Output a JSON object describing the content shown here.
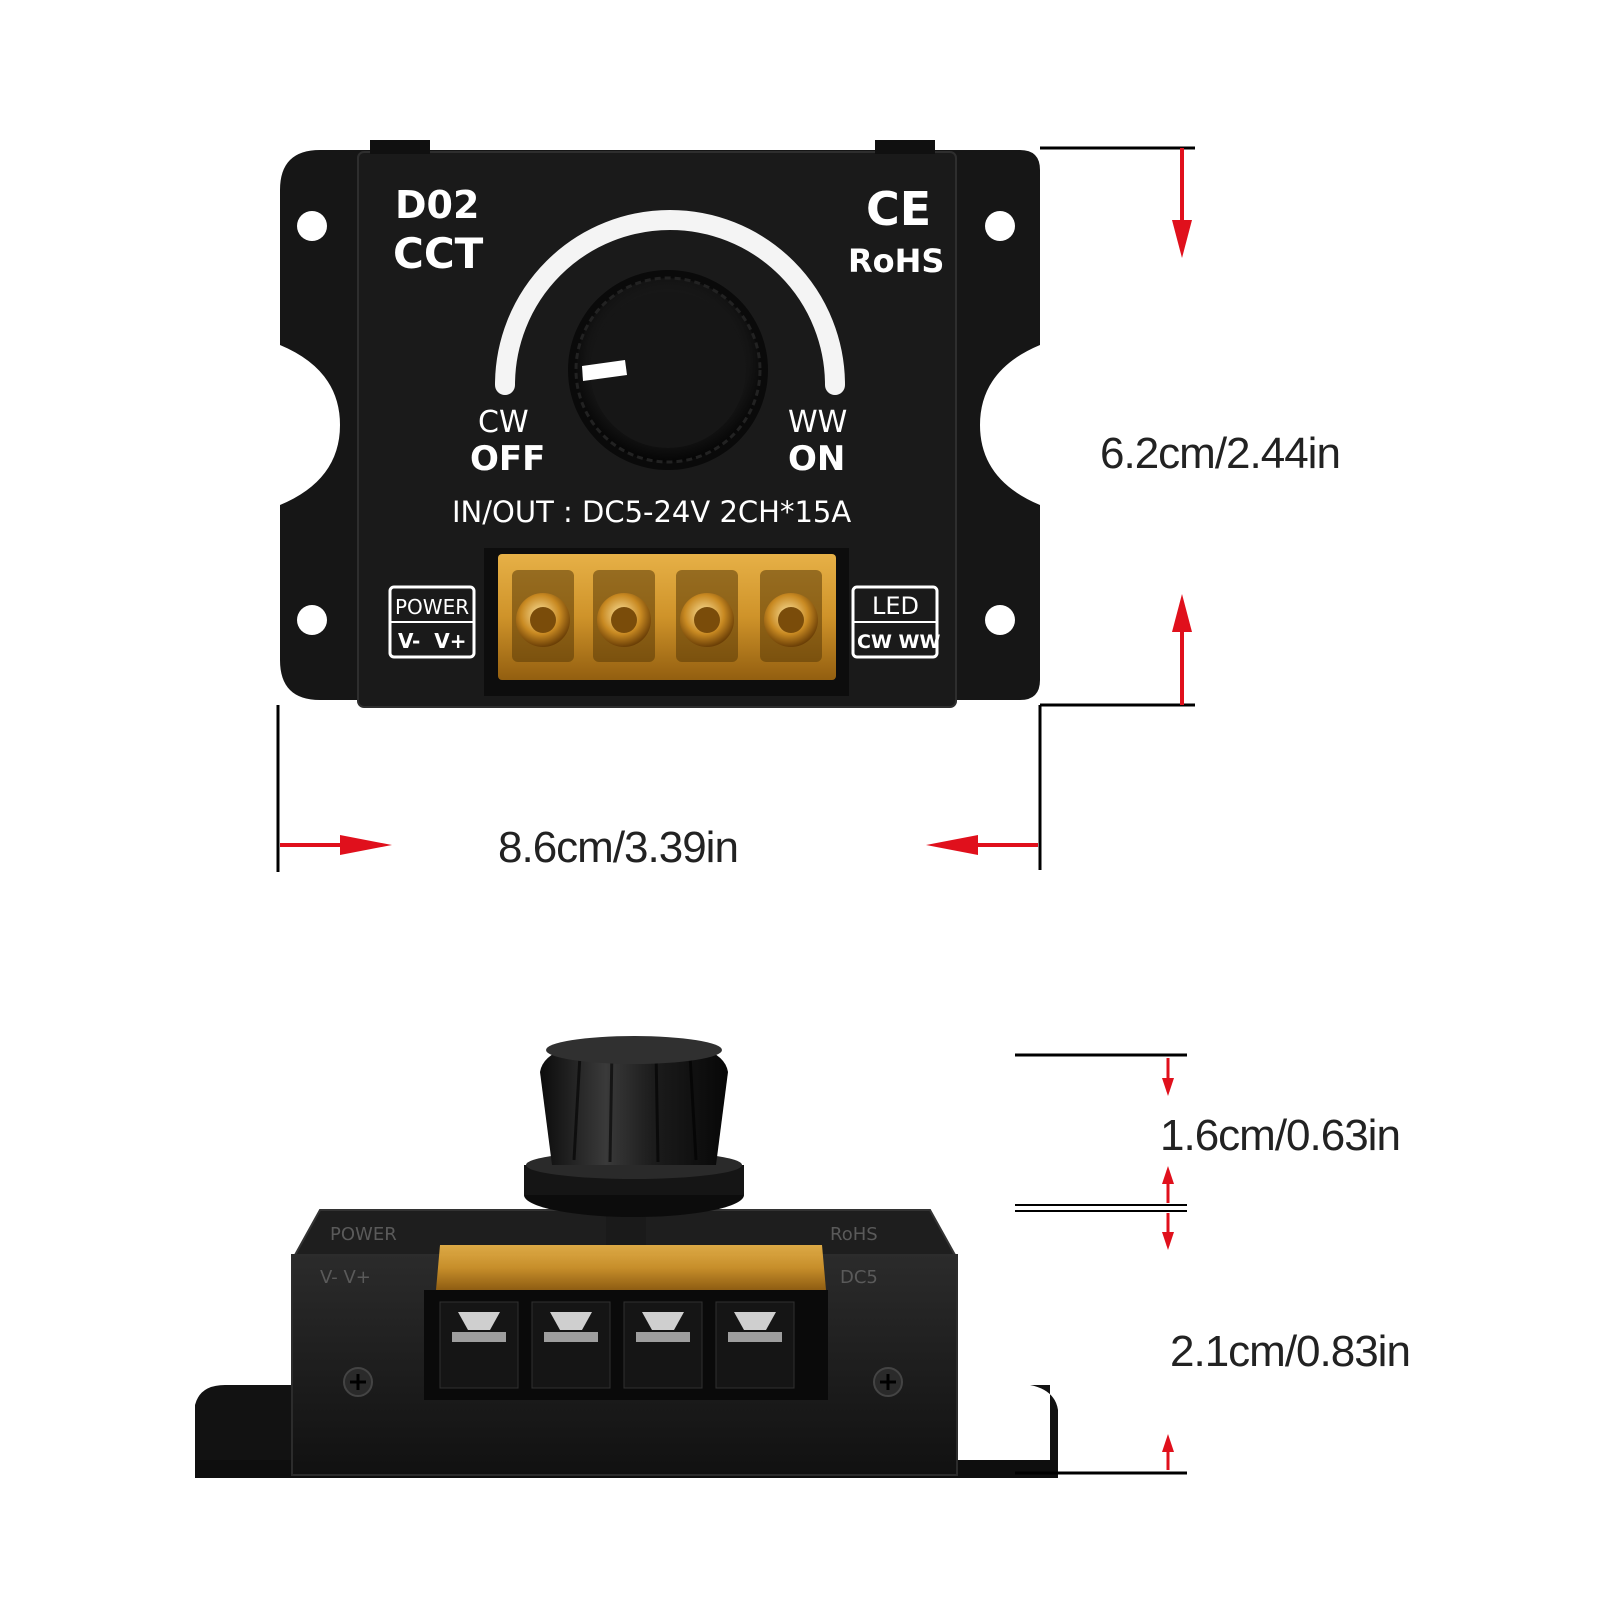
{
  "device": {
    "model": "D02",
    "type": "CCT",
    "cert_ce": "CE",
    "cert_rohs": "RoHS",
    "knob_left_top": "CW",
    "knob_left_bottom": "OFF",
    "knob_right_top": "WW",
    "knob_right_bottom": "ON",
    "io_rating": "IN/OUT : DC5-24V 2CH*15A",
    "power_label": "POWER",
    "power_pins": "V-  V+",
    "led_label": "LED",
    "led_pins": "CW WW"
  },
  "dimensions": {
    "height": "6.2cm/2.44in",
    "width": "8.6cm/3.39in",
    "knob_height": "1.6cm/0.63in",
    "body_height": "2.1cm/0.83in"
  },
  "colors": {
    "arrow": "#e0101c",
    "housing": "#141414",
    "terminal_amber": "#d99a2b"
  },
  "icons": [
    "dimension-arrow-icon",
    "screw-terminal-icon",
    "mount-hole-icon",
    "phillips-screw-icon"
  ]
}
